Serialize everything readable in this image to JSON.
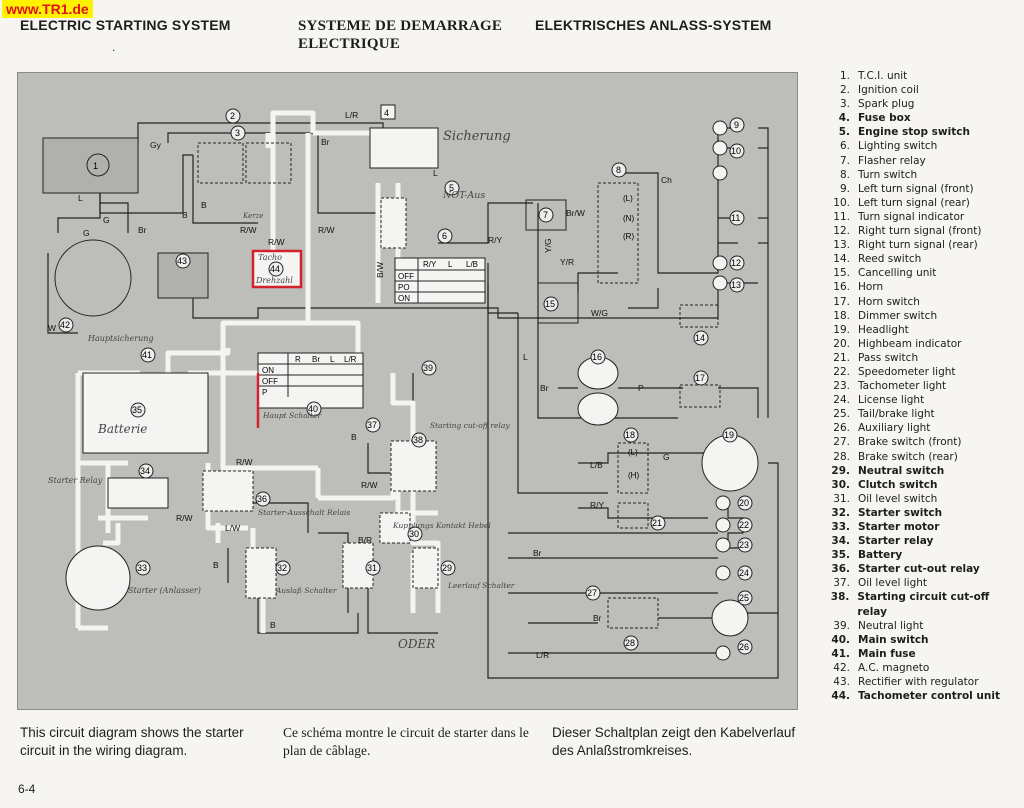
{
  "watermark": "www.TR1.de",
  "headings": {
    "en": "ELECTRIC STARTING SYSTEM",
    "fr": "SYSTEME DE DEMARRAGE\nELECTRIQUE",
    "de": "ELEKTRISCHES ANLASS-SYSTEM"
  },
  "diagram": {
    "wire_labels": [
      "Gy",
      "B",
      "L",
      "G",
      "Br",
      "R/W",
      "L/R",
      "Br",
      "R/W",
      "R/Y",
      "L",
      "B/W",
      "Br/W",
      "Y/G",
      "Y/R",
      "G",
      "B",
      "Ch",
      "W/G",
      "W",
      "R/W",
      "R/W",
      "R/W",
      "L/W",
      "B",
      "B",
      "B",
      "Br",
      "L/B",
      "R/Y",
      "G",
      "Br",
      "L",
      "Br",
      "P",
      "L/R",
      "B/R",
      "R/W"
    ],
    "switch_table_main": {
      "headers": [
        "R",
        "Br",
        "L",
        "L/R"
      ],
      "rows": [
        "ON",
        "OFF",
        "P"
      ]
    },
    "switch_table_6": {
      "headers": [
        "R/Y",
        "L",
        "L/B"
      ],
      "rows": [
        "OFF",
        "PO",
        "ON"
      ]
    },
    "turn_labels": [
      "(L)",
      "(N)",
      "(R)"
    ],
    "pass_labels": [
      "(L)",
      "(H)"
    ],
    "handwritten": {
      "sicherung": "Sicherung",
      "not_aus": "NOT-Aus",
      "kerze": "Kerze",
      "haupt": "Hauptsicherung",
      "batterie": "Batterie",
      "hauptschalter": "Haupt Schalter",
      "starter_relay": "Starter Relay",
      "anlasser": "Starter (Anlasser)",
      "starter_relais": "Starter-Ausschalt Relais",
      "auslass": "Auslaß Schalter",
      "kupplung": "Kupplungs Kontakt Hebel",
      "leerlauf": "Leerlauf Schalter",
      "oder": "ODER",
      "starting": "Starting cut-off relay",
      "drehzahl": "Drehzahl",
      "tacho": "Tacho"
    }
  },
  "legend": [
    {
      "n": "1.",
      "t": "T.C.I. unit",
      "b": false
    },
    {
      "n": "2.",
      "t": "Ignition coil",
      "b": false
    },
    {
      "n": "3.",
      "t": "Spark plug",
      "b": false
    },
    {
      "n": "4.",
      "t": "Fuse box",
      "b": true
    },
    {
      "n": "5.",
      "t": "Engine stop switch",
      "b": true
    },
    {
      "n": "6.",
      "t": "Lighting switch",
      "b": false
    },
    {
      "n": "7.",
      "t": "Flasher relay",
      "b": false
    },
    {
      "n": "8.",
      "t": "Turn switch",
      "b": false
    },
    {
      "n": "9.",
      "t": "Left turn signal (front)",
      "b": false
    },
    {
      "n": "10.",
      "t": "Left turn signal (rear)",
      "b": false
    },
    {
      "n": "11.",
      "t": "Turn signal indicator",
      "b": false
    },
    {
      "n": "12.",
      "t": "Right turn signal (front)",
      "b": false
    },
    {
      "n": "13.",
      "t": "Right turn signal (rear)",
      "b": false
    },
    {
      "n": "14.",
      "t": "Reed switch",
      "b": false
    },
    {
      "n": "15.",
      "t": "Cancelling unit",
      "b": false
    },
    {
      "n": "16.",
      "t": "Horn",
      "b": false
    },
    {
      "n": "17.",
      "t": "Horn switch",
      "b": false
    },
    {
      "n": "18.",
      "t": "Dimmer switch",
      "b": false
    },
    {
      "n": "19.",
      "t": "Headlight",
      "b": false
    },
    {
      "n": "20.",
      "t": "Highbeam indicator",
      "b": false
    },
    {
      "n": "21.",
      "t": "Pass switch",
      "b": false
    },
    {
      "n": "22.",
      "t": "Speedometer light",
      "b": false
    },
    {
      "n": "23.",
      "t": "Tachometer light",
      "b": false
    },
    {
      "n": "24.",
      "t": "License light",
      "b": false
    },
    {
      "n": "25.",
      "t": "Tail/brake light",
      "b": false
    },
    {
      "n": "26.",
      "t": "Auxiliary light",
      "b": false
    },
    {
      "n": "27.",
      "t": "Brake switch (front)",
      "b": false
    },
    {
      "n": "28.",
      "t": "Brake switch (rear)",
      "b": false
    },
    {
      "n": "29.",
      "t": "Neutral switch",
      "b": true
    },
    {
      "n": "30.",
      "t": "Clutch switch",
      "b": true
    },
    {
      "n": "31.",
      "t": "Oil level switch",
      "b": false
    },
    {
      "n": "32.",
      "t": "Starter switch",
      "b": true
    },
    {
      "n": "33.",
      "t": "Starter motor",
      "b": true
    },
    {
      "n": "34.",
      "t": "Starter relay",
      "b": true
    },
    {
      "n": "35.",
      "t": "Battery",
      "b": true
    },
    {
      "n": "36.",
      "t": "Starter cut-out relay",
      "b": true
    },
    {
      "n": "37.",
      "t": "Oil level light",
      "b": false
    },
    {
      "n": "38.",
      "t": "Starting circuit cut-off relay",
      "b": true
    },
    {
      "n": "39.",
      "t": "Neutral light",
      "b": false
    },
    {
      "n": "40.",
      "t": "Main switch",
      "b": true
    },
    {
      "n": "41.",
      "t": "Main fuse",
      "b": true
    },
    {
      "n": "42.",
      "t": "A.C. magneto",
      "b": false
    },
    {
      "n": "43.",
      "t": "Rectifier with regulator",
      "b": false
    },
    {
      "n": "44.",
      "t": "Tachometer control unit",
      "b": true
    }
  ],
  "captions": {
    "en": "This circuit diagram shows the starter circuit in the wiring diagram.",
    "fr": "Ce schéma montre le circuit de starter dans le plan de câblage.",
    "de": "Dieser Schaltplan zeigt den Kabelverlauf des Anlaßstromkreises."
  },
  "page_number": "6-4"
}
